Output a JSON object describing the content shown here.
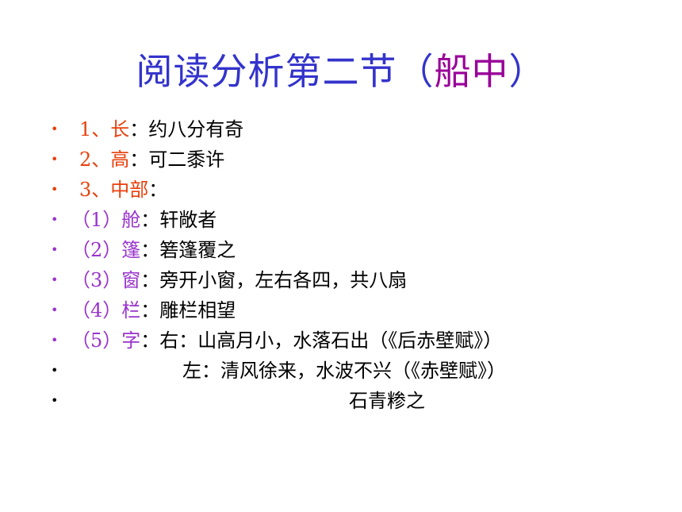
{
  "colors": {
    "title": "#3333cc",
    "title_accent": "#990099",
    "red": "#e8400c",
    "purple": "#9933cc",
    "black": "#000000"
  },
  "title": [
    {
      "text": "阅读分析第二节（",
      "color": "#3333cc"
    },
    {
      "text": "船中",
      "color": "#990099"
    },
    {
      "text": "）",
      "color": "#3333cc"
    }
  ],
  "bullets": [
    {
      "bullet_color": "#e8400c",
      "segments": [
        {
          "text": "1、长",
          "color": "#e8400c"
        },
        {
          "text": "：约八分有奇",
          "color": "#000000"
        }
      ]
    },
    {
      "bullet_color": "#e8400c",
      "segments": [
        {
          "text": "2、高",
          "color": "#e8400c"
        },
        {
          "text": "：可二黍许",
          "color": "#000000"
        }
      ]
    },
    {
      "bullet_color": "#e8400c",
      "segments": [
        {
          "text": "3、中部",
          "color": "#e8400c"
        },
        {
          "text": "：",
          "color": "#000000"
        }
      ]
    },
    {
      "bullet_color": "#9933cc",
      "segments": [
        {
          "text": "（1）舱",
          "color": "#9933cc"
        },
        {
          "text": "：轩敞者",
          "color": "#000000"
        }
      ]
    },
    {
      "bullet_color": "#9933cc",
      "segments": [
        {
          "text": "（2）篷",
          "color": "#9933cc"
        },
        {
          "text": "：箬篷覆之",
          "color": "#000000"
        }
      ]
    },
    {
      "bullet_color": "#9933cc",
      "segments": [
        {
          "text": "（3）窗",
          "color": "#9933cc"
        },
        {
          "text": "：旁开小窗，左右各四，共八扇",
          "color": "#000000"
        }
      ]
    },
    {
      "bullet_color": "#9933cc",
      "segments": [
        {
          "text": "（4）栏",
          "color": "#9933cc"
        },
        {
          "text": "：雕栏相望",
          "color": "#000000"
        }
      ]
    },
    {
      "bullet_color": "#9933cc",
      "segments": [
        {
          "text": "（5）字",
          "color": "#9933cc"
        },
        {
          "text": "：右：山高月小，水落石出（《后赤壁赋》）",
          "color": "#000000"
        }
      ]
    },
    {
      "bullet_color": "#000000",
      "segments": [
        {
          "text": "左：清风徐来，水波不兴（《赤壁赋》）",
          "color": "#000000"
        }
      ]
    },
    {
      "bullet_color": "#000000",
      "segments": [
        {
          "text": "石青糁之",
          "color": "#000000"
        }
      ]
    }
  ]
}
